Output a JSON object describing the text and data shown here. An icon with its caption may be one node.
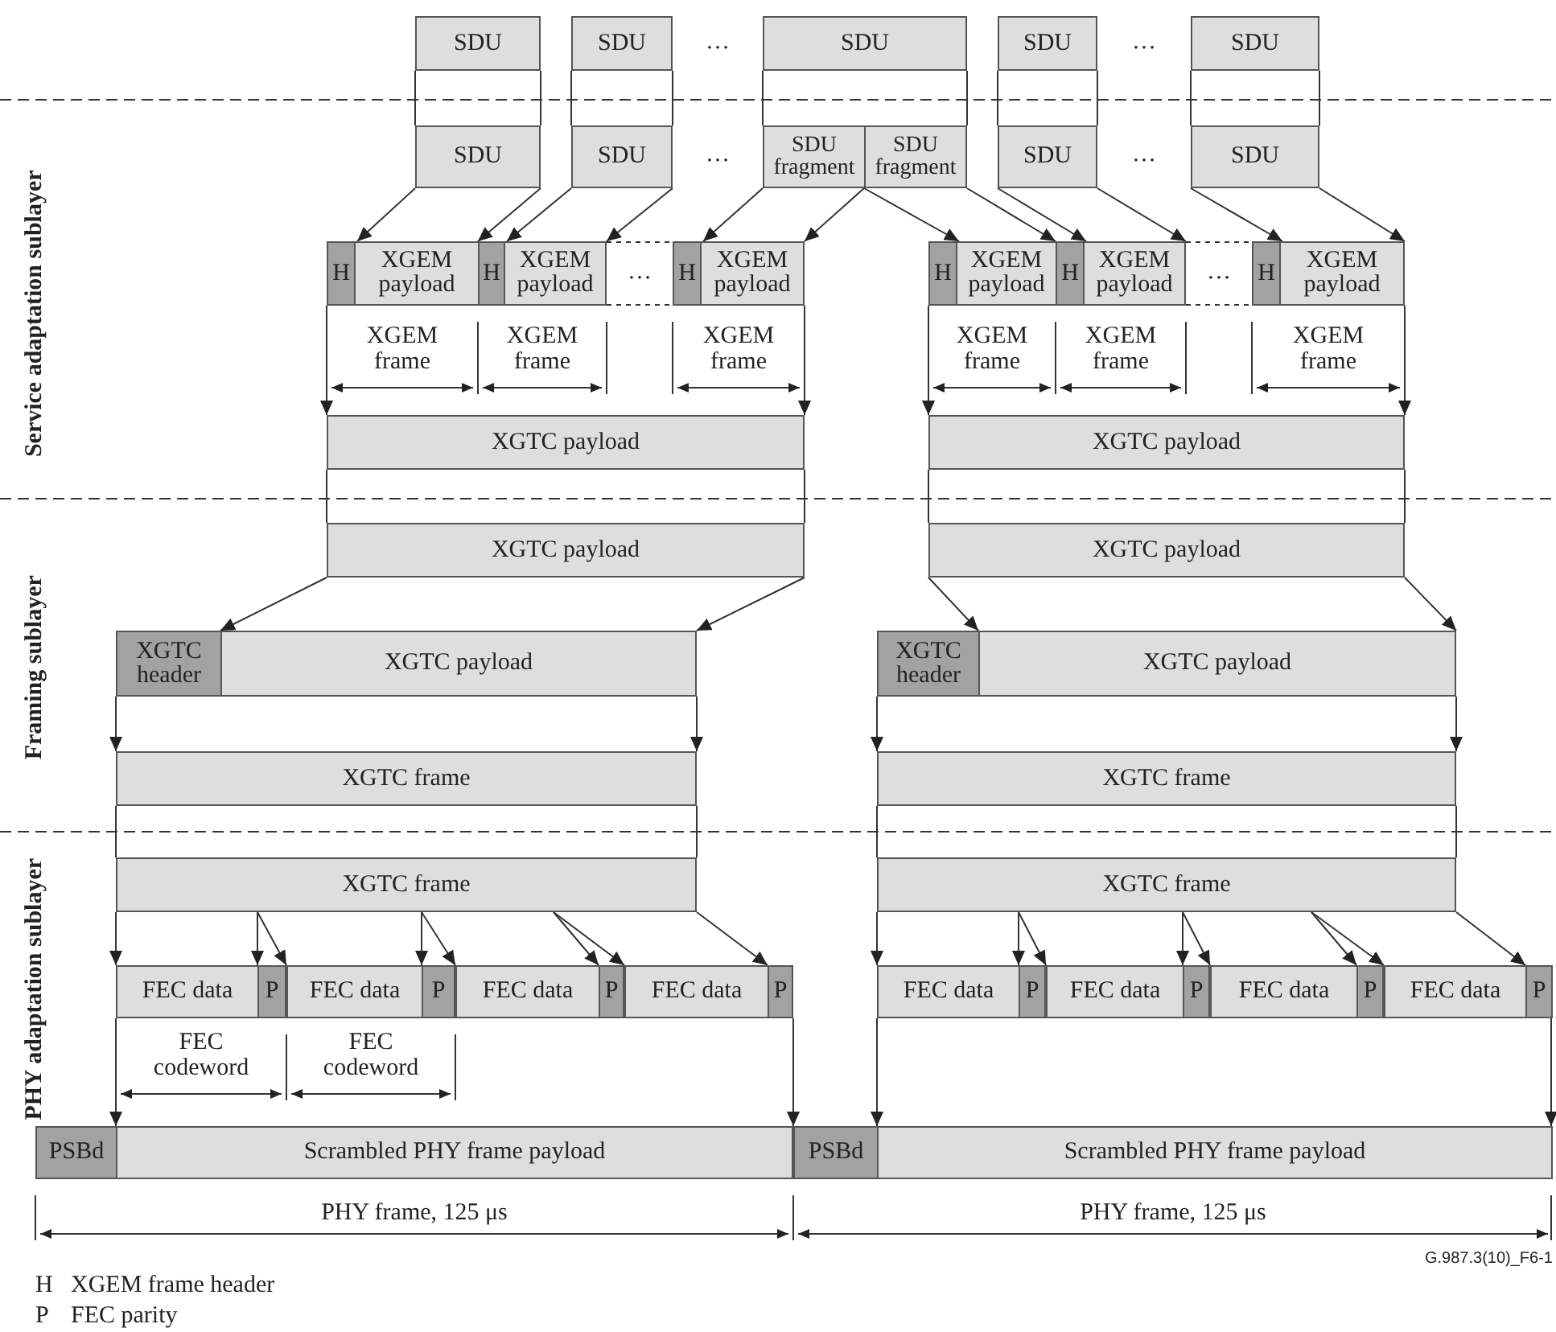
{
  "diagram": {
    "nodes": [
      {
        "text": [
          "SDU"
        ]
      },
      {
        "text": [
          "SDU"
        ]
      },
      {
        "text": [
          "SDU"
        ]
      },
      {
        "text": [
          "SDU"
        ]
      },
      {
        "text": [
          "SDU"
        ]
      },
      {
        "text": [
          "SDU"
        ]
      },
      {
        "text": [
          "SDU"
        ]
      },
      {
        "text": [
          "SDU fragment"
        ]
      },
      {
        "text": [
          "SDU fragment"
        ]
      },
      {
        "text": [
          "SDU"
        ]
      },
      {
        "text": [
          "SDU"
        ]
      },
      {
        "text": [
          "H"
        ]
      },
      {
        "text": [
          "XGEM payload"
        ]
      },
      {
        "text": [
          "H"
        ]
      },
      {
        "text": [
          "XGEM payload"
        ]
      },
      {
        "text": [
          "H"
        ]
      },
      {
        "text": [
          "XGEM payload"
        ]
      },
      {
        "text": [
          "H"
        ]
      },
      {
        "text": [
          "XGEM payload"
        ]
      },
      {
        "text": [
          "H"
        ]
      },
      {
        "text": [
          "XGEM payload"
        ]
      },
      {
        "text": [
          "H"
        ]
      },
      {
        "text": [
          "XGEM payload"
        ]
      },
      {
        "text": [
          "XGTC payload"
        ]
      },
      {
        "text": [
          "XGTC payload"
        ]
      },
      {
        "text": [
          "XGTC payload"
        ]
      },
      {
        "text": [
          "XGTC payload"
        ]
      },
      {
        "text": [
          "XGTC header"
        ]
      },
      {
        "text": [
          "XGTC payload"
        ]
      },
      {
        "text": [
          "XGTC header"
        ]
      },
      {
        "text": [
          "XGTC payload"
        ]
      },
      {
        "text": [
          "XGTC frame"
        ]
      },
      {
        "text": [
          "XGTC frame"
        ]
      },
      {
        "text": [
          "XGTC frame"
        ]
      },
      {
        "text": [
          "XGTC frame"
        ]
      },
      {
        "text": [
          "FEC data"
        ]
      },
      {
        "text": [
          "P"
        ]
      },
      {
        "text": [
          "FEC data"
        ]
      },
      {
        "text": [
          "P"
        ]
      },
      {
        "text": [
          "FEC data"
        ]
      },
      {
        "text": [
          "P"
        ]
      },
      {
        "text": [
          "FEC data"
        ]
      },
      {
        "text": [
          "P"
        ]
      },
      {
        "text": [
          "FEC data"
        ]
      },
      {
        "text": [
          "P"
        ]
      },
      {
        "text": [
          "FEC data"
        ]
      },
      {
        "text": [
          "P"
        ]
      },
      {
        "text": [
          "FEC data"
        ]
      },
      {
        "text": [
          "P"
        ]
      },
      {
        "text": [
          "FEC data"
        ]
      },
      {
        "text": [
          "P"
        ]
      },
      {
        "text": [
          "PSBd"
        ]
      },
      {
        "text": [
          "Scrambled PHY frame payload"
        ]
      },
      {
        "text": [
          "PSBd"
        ]
      },
      {
        "text": [
          "Scrambled PHY frame payload"
        ]
      }
    ],
    "edges": [
      {
        "from": 0,
        "to": 5,
        "arrow": "none"
      },
      {
        "from": 1,
        "to": 6,
        "arrow": "none"
      },
      {
        "from": 2,
        "to": 7,
        "arrow": "none"
      },
      {
        "from": 2,
        "to": 8,
        "arrow": "none"
      },
      {
        "from": 3,
        "to": 9,
        "arrow": "none"
      },
      {
        "from": 4,
        "to": 10,
        "arrow": "none"
      },
      {
        "from": 5,
        "to": 12,
        "arrow": "to"
      },
      {
        "from": 5,
        "to": 12,
        "arrow": "to"
      },
      {
        "from": 6,
        "to": 14,
        "arrow": "to"
      },
      {
        "from": 6,
        "to": 14,
        "arrow": "to"
      },
      {
        "from": 7,
        "to": 16,
        "arrow": "to"
      },
      {
        "from": 7,
        "to": 16,
        "arrow": "to"
      },
      {
        "from": 8,
        "to": 18,
        "arrow": "to"
      },
      {
        "from": 8,
        "to": 18,
        "arrow": "to"
      },
      {
        "from": 9,
        "to": 20,
        "arrow": "to"
      },
      {
        "from": 9,
        "to": 20,
        "arrow": "to"
      },
      {
        "from": 10,
        "to": 22,
        "arrow": "to"
      },
      {
        "from": 10,
        "to": 22,
        "arrow": "to"
      },
      {
        "from": 11,
        "to": 23,
        "arrow": "to"
      },
      {
        "from": 16,
        "to": 23,
        "arrow": "to"
      },
      {
        "from": 17,
        "to": 24,
        "arrow": "to"
      },
      {
        "from": 22,
        "to": 24,
        "arrow": "to"
      },
      {
        "from": 23,
        "to": 25,
        "arrow": "none"
      },
      {
        "from": 24,
        "to": 26,
        "arrow": "none"
      },
      {
        "from": 25,
        "to": 27,
        "arrow": "to"
      },
      {
        "from": 25,
        "to": 28,
        "arrow": "to"
      },
      {
        "from": 26,
        "to": 29,
        "arrow": "to"
      },
      {
        "from": 26,
        "to": 30,
        "arrow": "to"
      },
      {
        "from": 27,
        "to": 31,
        "arrow": "to"
      },
      {
        "from": 28,
        "to": 31,
        "arrow": "to"
      },
      {
        "from": 29,
        "to": 32,
        "arrow": "to"
      },
      {
        "from": 30,
        "to": 32,
        "arrow": "to"
      },
      {
        "from": 31,
        "to": 33,
        "arrow": "none"
      },
      {
        "from": 32,
        "to": 34,
        "arrow": "none"
      },
      {
        "from": 33,
        "to": 35,
        "arrow": "to"
      },
      {
        "from": 33,
        "to": 35,
        "arrow": "to"
      },
      {
        "from": 33,
        "to": 36,
        "arrow": "to"
      },
      {
        "from": 33,
        "to": 37,
        "arrow": "to"
      },
      {
        "from": 33,
        "to": 38,
        "arrow": "to"
      },
      {
        "from": 33,
        "to": 39,
        "arrow": "to"
      },
      {
        "from": 33,
        "to": 40,
        "arrow": "to"
      },
      {
        "from": 33,
        "to": 41,
        "arrow": "to"
      },
      {
        "from": 34,
        "to": 43,
        "arrow": "to"
      },
      {
        "from": 34,
        "to": 43,
        "arrow": "to"
      },
      {
        "from": 34,
        "to": 44,
        "arrow": "to"
      },
      {
        "from": 34,
        "to": 45,
        "arrow": "to"
      },
      {
        "from": 34,
        "to": 46,
        "arrow": "to"
      },
      {
        "from": 34,
        "to": 47,
        "arrow": "to"
      },
      {
        "from": 34,
        "to": 48,
        "arrow": "to"
      },
      {
        "from": 34,
        "to": 49,
        "arrow": "to"
      },
      {
        "from": 35,
        "to": 52,
        "arrow": "to"
      },
      {
        "from": 42,
        "to": 52,
        "arrow": "to"
      },
      {
        "from": 43,
        "to": 54,
        "arrow": "to"
      },
      {
        "from": 50,
        "to": 54,
        "arrow": "to"
      },
      {
        "from": 14,
        "to": 15,
        "arrow": "none",
        "style": "dashed"
      },
      {
        "from": 20,
        "to": 21,
        "arrow": "none",
        "style": "dashed"
      }
    ],
    "labels": [
      "…",
      "…",
      "…",
      "…",
      "Service adaptation sublayer",
      "…",
      "…",
      "XGEM frame",
      "XGEM frame",
      "XGEM frame",
      "XGEM frame",
      "XGEM frame",
      "XGEM frame",
      "Framing sublayer",
      "PHY adaptation sublayer",
      "FEC codeword",
      "FEC codeword",
      "PHY frame, 125 μs",
      "PHY frame, 125 μs",
      "G.987.3(10)_F6-1",
      "H",
      "XGEM frame header",
      "P",
      "FEC parity"
    ]
  }
}
